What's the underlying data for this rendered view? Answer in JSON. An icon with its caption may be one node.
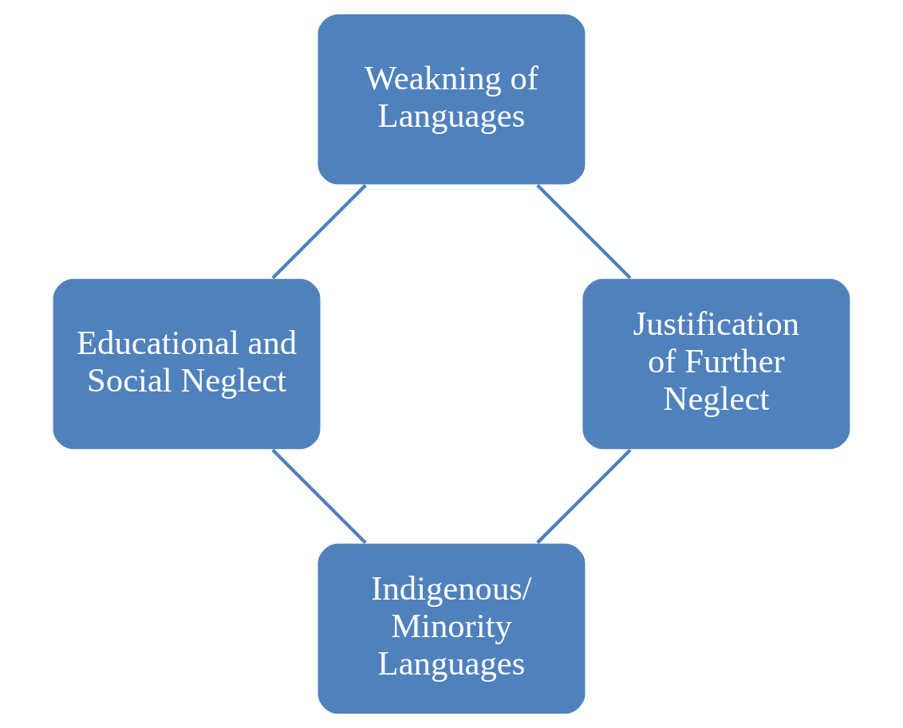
{
  "diagram": {
    "nodes": [
      {
        "text": [
          "Indigenous/ Minority Languages"
        ]
      },
      {
        "text": [
          "Educational and Social Neglect"
        ]
      },
      {
        "text": [
          "Weakning of Languages"
        ]
      },
      {
        "text": [
          "Justification of Further Neglect"
        ]
      }
    ],
    "edges": [
      {
        "from": 0,
        "to": 1,
        "arrow": "none"
      },
      {
        "from": 1,
        "to": 2,
        "arrow": "none"
      },
      {
        "from": 2,
        "to": 3,
        "arrow": "none"
      },
      {
        "from": 3,
        "to": 0,
        "arrow": "none"
      }
    ]
  }
}
